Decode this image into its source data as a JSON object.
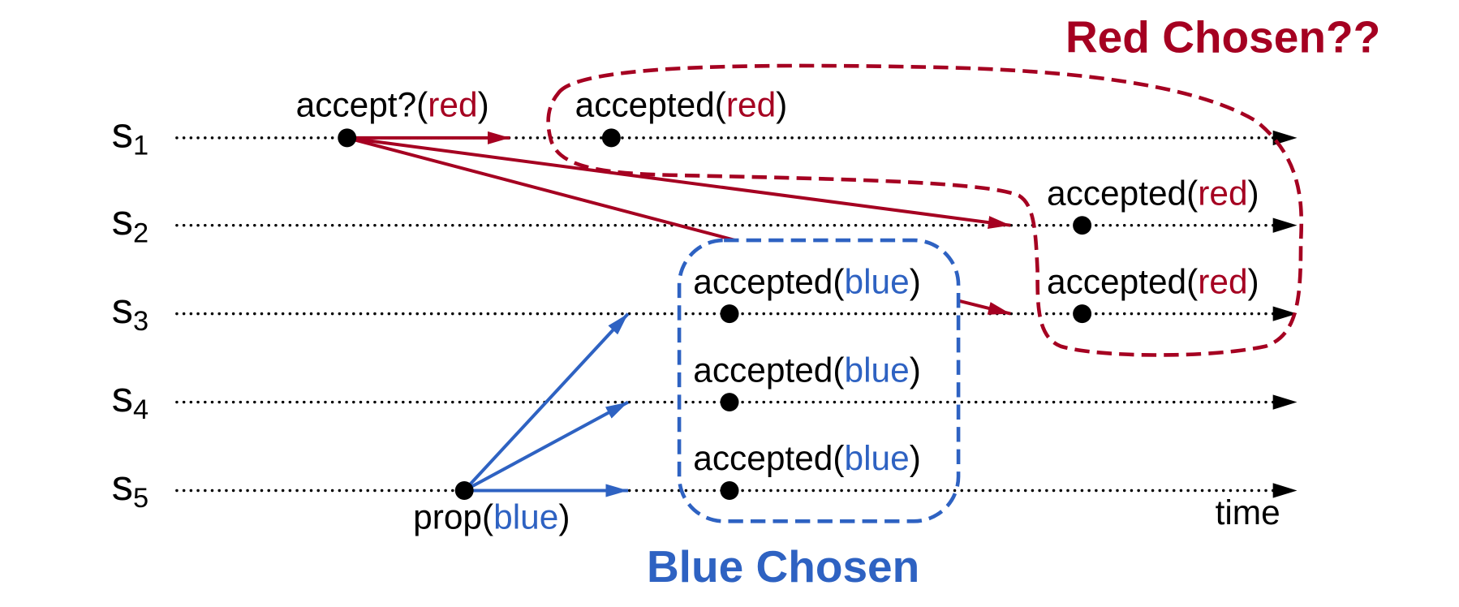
{
  "colors": {
    "red": "#a50021",
    "blue": "#2e62c2",
    "black": "#000000"
  },
  "servers": [
    {
      "name": "s",
      "index": "1"
    },
    {
      "name": "s",
      "index": "2"
    },
    {
      "name": "s",
      "index": "3"
    },
    {
      "name": "s",
      "index": "4"
    },
    {
      "name": "s",
      "index": "5"
    }
  ],
  "axis_label": "time",
  "events": {
    "s1_accept_q": {
      "prefix": "accept?(",
      "value": "red",
      "suffix": ")"
    },
    "s1_accepted": {
      "prefix": "accepted(",
      "value": "red",
      "suffix": ")"
    },
    "s2_accepted": {
      "prefix": "accepted(",
      "value": "red",
      "suffix": ")"
    },
    "s3_accepted_blue": {
      "prefix": "accepted(",
      "value": "blue",
      "suffix": ")"
    },
    "s3_accepted_red": {
      "prefix": "accepted(",
      "value": "red",
      "suffix": ")"
    },
    "s4_accepted": {
      "prefix": "accepted(",
      "value": "blue",
      "suffix": ")"
    },
    "s5_accepted": {
      "prefix": "accepted(",
      "value": "blue",
      "suffix": ")"
    },
    "s5_prop": {
      "prefix": "prop(",
      "value": "blue",
      "suffix": ")"
    }
  },
  "groups": {
    "red": {
      "title": "Red Chosen??"
    },
    "blue": {
      "title": "Blue Chosen"
    }
  }
}
